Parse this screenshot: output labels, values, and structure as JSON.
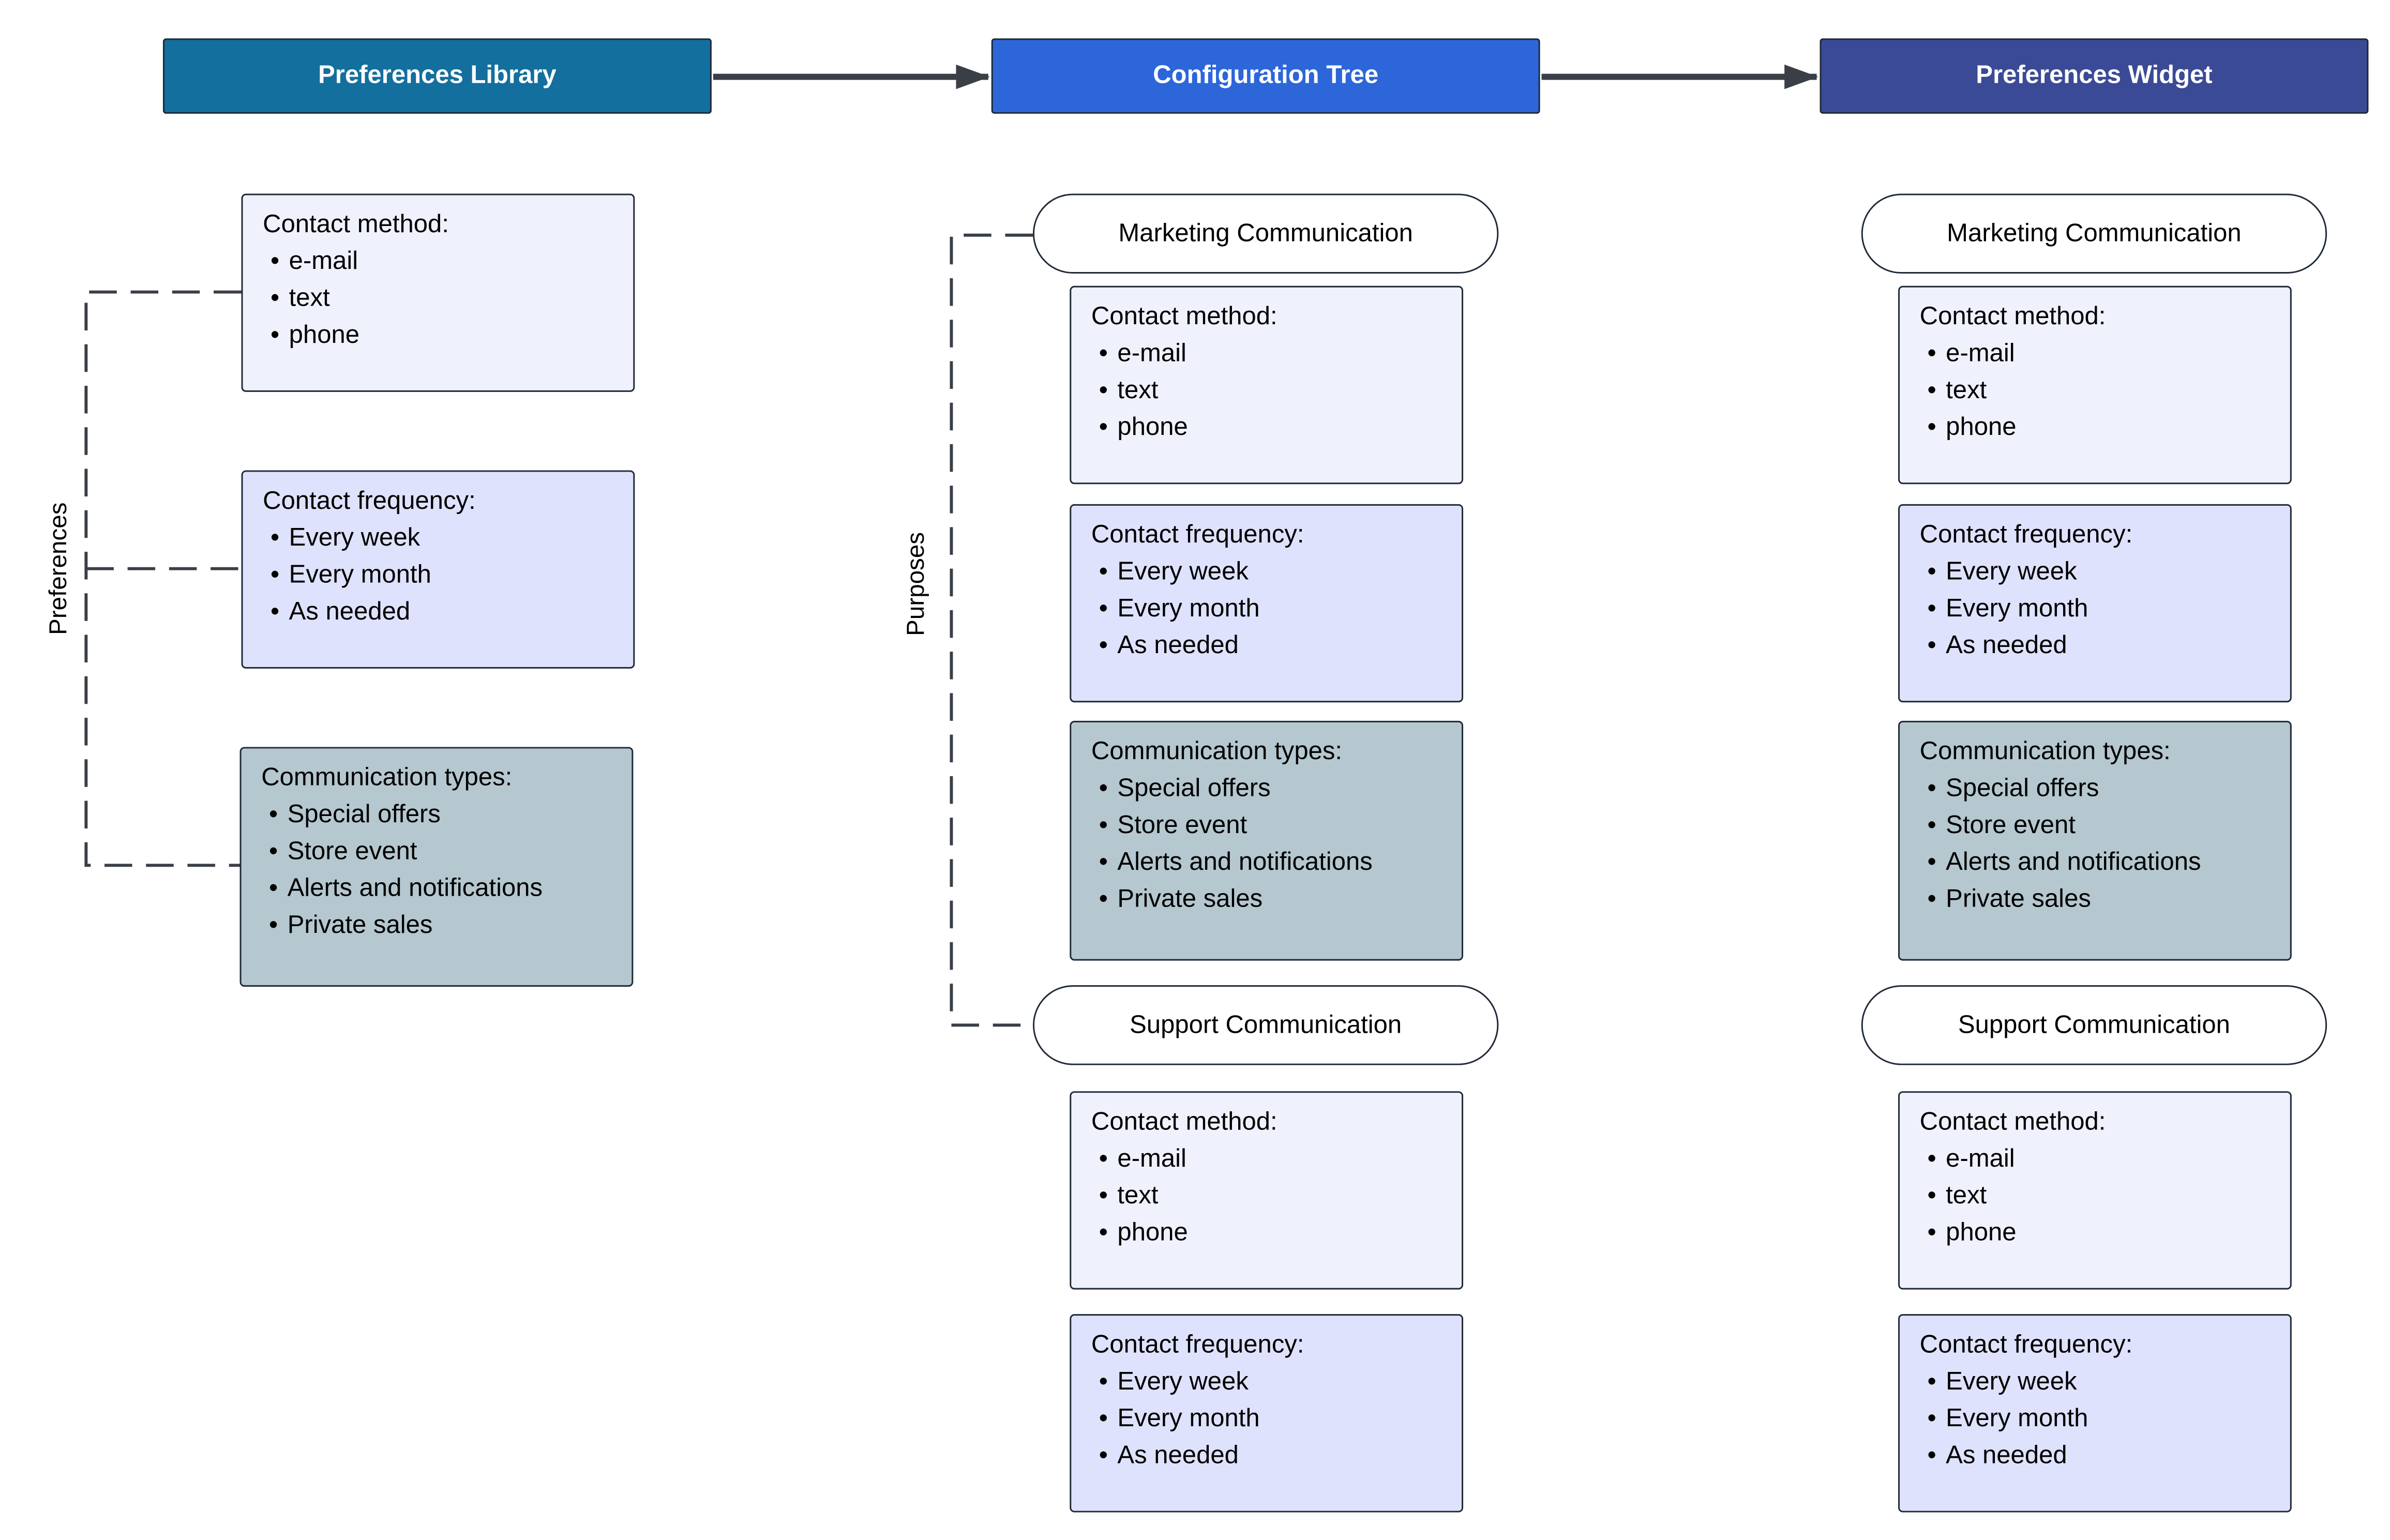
{
  "colors": {
    "library_header": "#126f9e",
    "tree_header": "#2c66d9",
    "widget_header": "#3b4a96",
    "contact_method_card": "#eff2fd",
    "contact_frequency_card": "#dfe2fc",
    "communication_types_card": "#b5c7cf",
    "connector": "#3a3f47"
  },
  "headers": {
    "library": "Preferences Library",
    "tree": "Configuration Tree",
    "widget": "Preferences Widget"
  },
  "library": {
    "group_label": "Preferences",
    "cards": [
      {
        "title": "Contact method:",
        "items": [
          "e-mail",
          "text",
          "phone"
        ]
      },
      {
        "title": "Contact frequency:",
        "items": [
          "Every week",
          "Every month",
          "As needed"
        ]
      },
      {
        "title": "Communication types:",
        "items": [
          "Special offers",
          "Store event",
          "Alerts and notifications",
          "Private sales"
        ]
      }
    ]
  },
  "tree": {
    "group_label": "Purposes",
    "purposes": [
      {
        "name": "Marketing Communication",
        "cards": [
          {
            "title": "Contact method:",
            "items": [
              "e-mail",
              "text",
              "phone"
            ]
          },
          {
            "title": "Contact frequency:",
            "items": [
              "Every week",
              "Every month",
              "As needed"
            ]
          },
          {
            "title": "Communication types:",
            "items": [
              "Special offers",
              "Store event",
              "Alerts and notifications",
              "Private sales"
            ]
          }
        ]
      },
      {
        "name": "Support Communication",
        "cards": [
          {
            "title": "Contact method:",
            "items": [
              "e-mail",
              "text",
              "phone"
            ]
          },
          {
            "title": "Contact frequency:",
            "items": [
              "Every week",
              "Every month",
              "As needed"
            ]
          }
        ]
      }
    ]
  },
  "widget": {
    "purposes": [
      {
        "name": "Marketing Communication",
        "cards": [
          {
            "title": "Contact method:",
            "items": [
              "e-mail",
              "text",
              "phone"
            ]
          },
          {
            "title": "Contact frequency:",
            "items": [
              "Every week",
              "Every month",
              "As needed"
            ]
          },
          {
            "title": "Communication types:",
            "items": [
              "Special offers",
              "Store event",
              "Alerts and notifications",
              "Private sales"
            ]
          }
        ]
      },
      {
        "name": "Support Communication",
        "cards": [
          {
            "title": "Contact method:",
            "items": [
              "e-mail",
              "text",
              "phone"
            ]
          },
          {
            "title": "Contact frequency:",
            "items": [
              "Every week",
              "Every month",
              "As needed"
            ]
          }
        ]
      }
    ]
  }
}
